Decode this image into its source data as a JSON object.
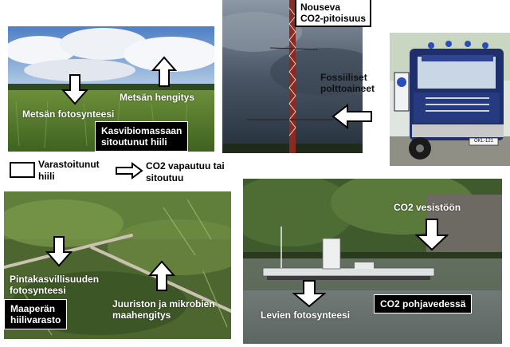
{
  "forest": {
    "respiration": "Metsän hengitys",
    "photosynthesis": "Metsän fotosynteesi",
    "biomass_line1": "Kasvibiomassaan",
    "biomass_line2": "sitoutunut hiili"
  },
  "mast": {
    "rising_line1": "Nouseva",
    "rising_line2": "CO2-pitoisuus"
  },
  "truck": {
    "fossil_line1": "Fossiiliset",
    "fossil_line2": "polttoaineet",
    "plate": "OKL-121"
  },
  "legend": {
    "stored_line1": "Varastoitunut",
    "stored_line2": "hiili",
    "released_line1": "CO2 vapautuu tai",
    "released_line2": "sitoutuu"
  },
  "ground": {
    "surface_line1": "Pintakasvillisuuden",
    "surface_line2": "fotosynteesi",
    "soil_line1": "Maaperän",
    "soil_line2": "hiilivarasto",
    "roots_line1": "Juuriston ja mikrobien",
    "roots_line2": "maahengitys"
  },
  "lake": {
    "to_water": "CO2 vesistöön",
    "algae": "Levien fotosynteesi",
    "groundwater": "CO2 pohjavedessä"
  },
  "colors": {
    "sky_blue": "#5a86c9",
    "field_green": "#4f7a25",
    "storm_grey": "#34404e",
    "lake_grey": "#7f8a8a"
  }
}
